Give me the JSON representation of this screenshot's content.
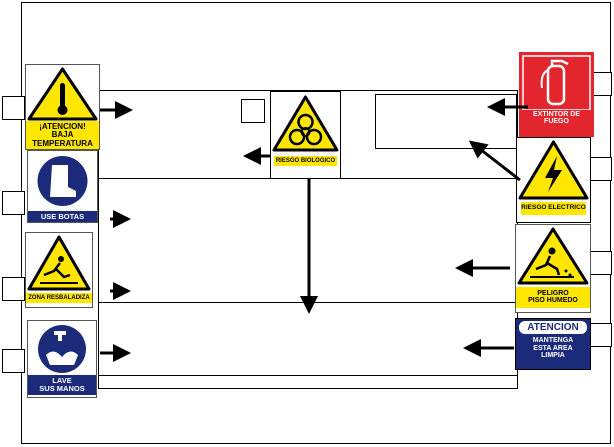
{
  "signs": {
    "low_temp": {
      "line1": "¡ATENCION!",
      "line2": "BAJA",
      "line3": "TEMPERATURA"
    },
    "boots": {
      "label": "USE BOTAS"
    },
    "slippery": {
      "label": "ZONA RESBALADIZA"
    },
    "hands": {
      "line1": "LAVE",
      "line2": "SUS MANOS"
    },
    "biohazard": {
      "label": "RIESGO BIOLOGICO"
    },
    "extinguisher": {
      "line1": "EXTINTOR DE",
      "line2": "FUEGO"
    },
    "electric": {
      "label": "RIESGO ELECTRICO"
    },
    "wet_floor": {
      "line1": "PELIGRO",
      "line2": "PISO HUMEDO"
    },
    "clean_area": {
      "title": "ATENCION",
      "line1": "MANTENGA",
      "line2": "ESTA AREA",
      "line3": "LIMPIA"
    }
  },
  "colors": {
    "warning_yellow": "#ffe600",
    "mandatory_blue": "#1c2a7a",
    "fire_red": "#e3262d"
  }
}
